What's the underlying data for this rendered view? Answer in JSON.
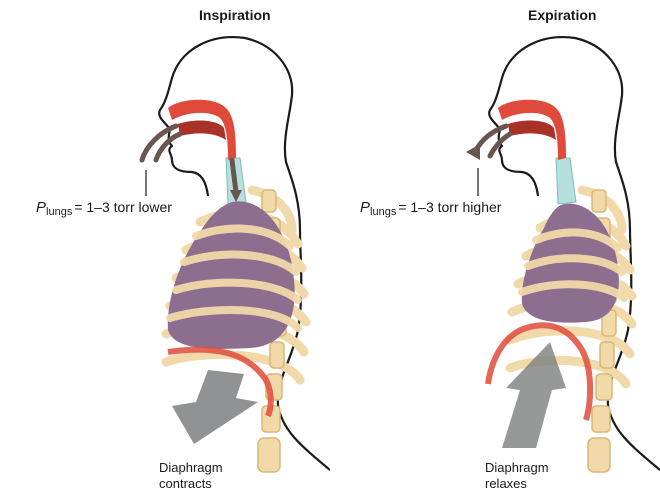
{
  "panels": [
    {
      "title": "Inspiration",
      "pressure": {
        "symbol": "P",
        "subscript": "lungs",
        "relation": "= 1–3 torr lower"
      },
      "caption": {
        "line1": "Diaphragm",
        "line2": "contracts"
      }
    },
    {
      "title": "Expiration",
      "pressure": {
        "symbol": "P",
        "subscript": "lungs",
        "relation": "= 1–3 torr higher"
      },
      "caption": {
        "line1": "Diaphragm",
        "line2": "relaxes"
      }
    }
  ],
  "colors": {
    "outline": "#1a1a1a",
    "airway": "#e04a3a",
    "airway_dark": "#a83228",
    "lung": "#8e6e8f",
    "rib": "#f1d9a9",
    "rib_edge": "#d9b774",
    "trachea": "#b7e0dc",
    "airflow_arrow": "#6b5550",
    "diaphragm_arrow": "#7d7f80"
  },
  "icons": {
    "airflow": "curved-arrow-icon",
    "diaphragm_motion": "block-arrow-icon"
  }
}
